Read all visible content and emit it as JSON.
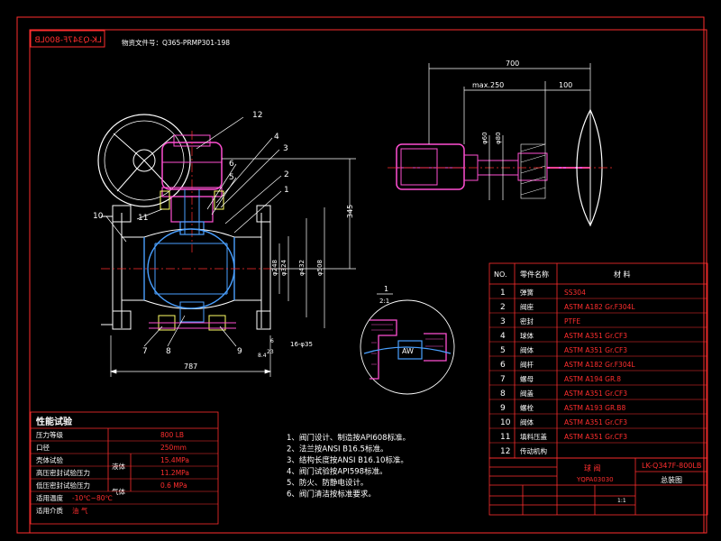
{
  "drawing_id_mirrored": "LK-Q347F-800LB",
  "doc_no": "物资文件号：Q365-PRMP301-198",
  "dims": {
    "overall_width": "700",
    "max250": "max.250",
    "d100": "100",
    "phi60": "φ60",
    "phi80": "φ80",
    "h345": "345",
    "phi248": "φ248",
    "phi324": "φ324",
    "phi432": "φ432",
    "phi508": "φ508",
    "length787": "787",
    "bolt": "16-φ35",
    "d6": "6",
    "d23": "23",
    "d8_4": "8.4",
    "detail_num": "1",
    "detail_scale": "2:1",
    "detail_label": "AW"
  },
  "balloons": [
    "12",
    "4",
    "3",
    "6",
    "5",
    "2",
    "1",
    "10",
    "11",
    "7",
    "8",
    "9"
  ],
  "bom": {
    "headers": [
      "NO.",
      "零件名称",
      "材   料"
    ],
    "rows": [
      {
        "no": "1",
        "name": "弹簧",
        "material": "SS304"
      },
      {
        "no": "2",
        "name": "阀座",
        "material": "ASTM A182 Gr.F304L"
      },
      {
        "no": "3",
        "name": "密封",
        "material": "PTFE"
      },
      {
        "no": "4",
        "name": "球体",
        "material": "ASTM A351 Gr.CF3"
      },
      {
        "no": "5",
        "name": "阀体",
        "material": "ASTM A351 Gr.CF3"
      },
      {
        "no": "6",
        "name": "阀杆",
        "material": "ASTM A182 Gr.F304L"
      },
      {
        "no": "7",
        "name": "螺母",
        "material": "ASTM A194 GR.8"
      },
      {
        "no": "8",
        "name": "阀盖",
        "material": "ASTM A351 Gr.CF3"
      },
      {
        "no": "9",
        "name": "螺栓",
        "material": "ASTM A193 GR.B8"
      },
      {
        "no": "10",
        "name": "阀体",
        "material": "ASTM A351 Gr.CF3"
      },
      {
        "no": "11",
        "name": "填料压盖",
        "material": "ASTM A351 Gr.CF3"
      },
      {
        "no": "12",
        "name": "传动机构",
        "material": ""
      }
    ]
  },
  "title_block": {
    "product": "球   阀",
    "code": "YQPA03030",
    "drawing_no": "LK-Q347F-800LB",
    "sheet_name": "总装图",
    "scale": "1:1"
  },
  "perf": {
    "title": "性能试验",
    "rows": [
      {
        "label": "压力等级",
        "value": "800 LB"
      },
      {
        "label": "口径",
        "value": "250mm"
      },
      {
        "label": "壳体试验",
        "group": "液体",
        "value": "15.4MPa"
      },
      {
        "label": "高压密封试验压力",
        "value": "11.2MPa"
      },
      {
        "label": "低压密封试验压力",
        "group": "气体",
        "value": "0.6 MPa"
      },
      {
        "label": "适用温度",
        "value": "-10℃~80℃"
      },
      {
        "label": "适用介质",
        "value": "油  气"
      }
    ]
  },
  "notes": [
    "1、阀门设计、制造按API608标准。",
    "2、法兰按ANSI  B16.5标准。",
    "3、结构长度按ANSI  B16.10标准。",
    "4、阀门试验按API598标准。",
    "5、防火、防静电设计。",
    "6、阀门清洁按标准要求。"
  ]
}
